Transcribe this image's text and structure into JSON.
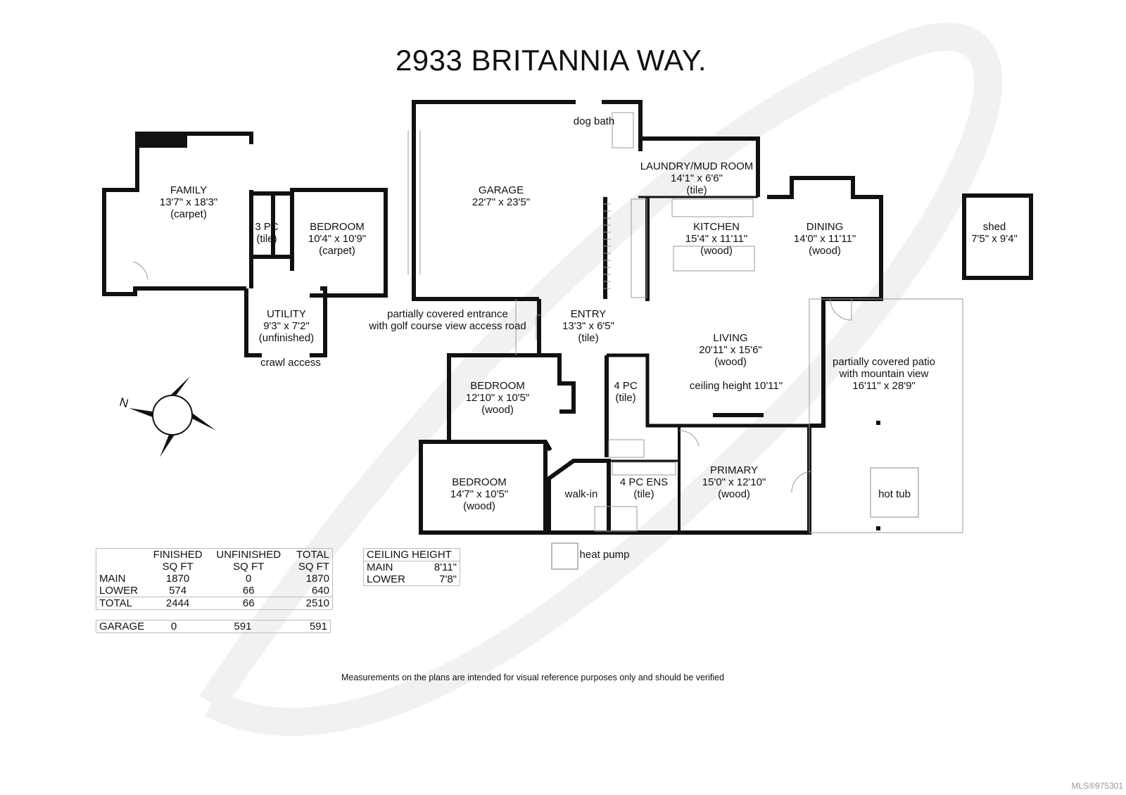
{
  "title": "2933 BRITANNIA WAY.",
  "rooms": [
    {
      "name": "FAMILY",
      "dims": "13'7\" x 18'3\"",
      "floor": "(carpet)"
    },
    {
      "name": "3 PC",
      "floor": "(tile)"
    },
    {
      "name": "BEDROOM",
      "dims": "10'4\" x 10'9\"",
      "floor": "(carpet)"
    },
    {
      "name": "UTILITY",
      "dims": "9'3\" x 7'2\"",
      "floor": "(unfinished)"
    },
    {
      "name": "GARAGE",
      "dims": "22'7\" x 23'5\""
    },
    {
      "name": "dog bath"
    },
    {
      "name": "LAUNDRY/MUD ROOM",
      "dims": "14'1\" x 6'6\"",
      "floor": "(tile)"
    },
    {
      "name": "KITCHEN",
      "dims": "15'4\" x 11'11\"",
      "floor": "(wood)"
    },
    {
      "name": "DINING",
      "dims": "14'0\" x 11'11\"",
      "floor": "(wood)"
    },
    {
      "name": "shed",
      "dims": "7'5\" x 9'4\""
    },
    {
      "name": "ENTRY",
      "dims": "13'3\" x 6'5\"",
      "floor": "(tile)"
    },
    {
      "name": "LIVING",
      "dims": "20'11\" x 15'6\"",
      "floor": "(wood)",
      "note": "ceiling height 10'11\""
    },
    {
      "name": "partially covered patio",
      "dims": "with mountain view",
      "floor": "16'11\" x 28'9\""
    },
    {
      "name": "BEDROOM",
      "dims": "12'10\" x 10'5\"",
      "floor": "(wood)"
    },
    {
      "name": "4 PC",
      "floor": "(tile)"
    },
    {
      "name": "BEDROOM",
      "dims": "14'7\" x 10'5\"",
      "floor": "(wood)"
    },
    {
      "name": "walk-in"
    },
    {
      "name": "4 PC ENS",
      "floor": "(tile)"
    },
    {
      "name": "PRIMARY",
      "dims": "15'0\" x 12'10\"",
      "floor": "(wood)"
    },
    {
      "name": "hot tub"
    },
    {
      "name": "heat pump"
    },
    {
      "name": "crawl access"
    }
  ],
  "entrance_note": [
    "partially covered entrance",
    "with golf course view access road"
  ],
  "area_table": {
    "headers": [
      [
        "",
        "FINISHED",
        "UNFINISHED",
        "TOTAL"
      ],
      [
        "",
        "SQ FT",
        "SQ FT",
        "SQ FT"
      ]
    ],
    "rows": [
      [
        "MAIN",
        "1870",
        "0",
        "1870"
      ],
      [
        "LOWER",
        "574",
        "66",
        "640"
      ],
      [
        "TOTAL",
        "2444",
        "66",
        "2510"
      ]
    ],
    "garage": [
      "GARAGE",
      "0",
      "591",
      "591"
    ]
  },
  "ceiling_table": {
    "header": "CEILING HEIGHT",
    "rows": [
      [
        "MAIN",
        "8'11\""
      ],
      [
        "LOWER",
        "7'8\""
      ]
    ]
  },
  "compass_label": "N",
  "disclaimer": "Measurements on the plans are intended for visual reference purposes only and should be verified",
  "mls": "MLS®975301",
  "colors": {
    "wall": "#111111",
    "thin_line": "#999999",
    "watermark": "#f2f2f2"
  }
}
